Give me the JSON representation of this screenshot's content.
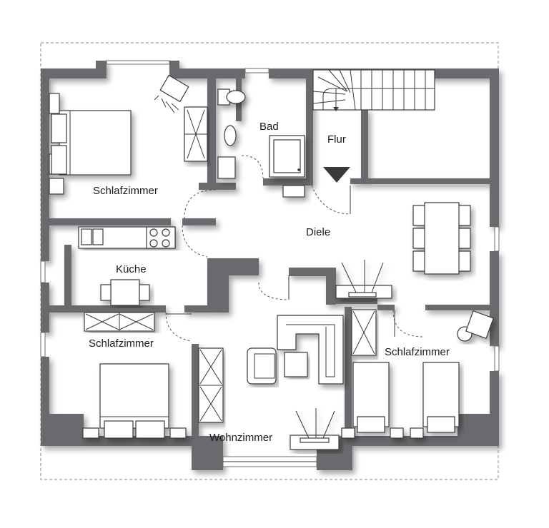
{
  "rooms": {
    "schlafzimmer_nw": "Schlafzimmer",
    "bad": "Bad",
    "flur": "Flur",
    "diele": "Diele",
    "kueche": "Küche",
    "schlafzimmer_sw": "Schlafzimmer",
    "schlafzimmer_se": "Schlafzimmer",
    "wohnzimmer": "Wohnzimmer"
  },
  "colors": {
    "wall": "#6b6b6e",
    "furniture_stroke": "#3a3a3a",
    "background": "#ffffff"
  }
}
